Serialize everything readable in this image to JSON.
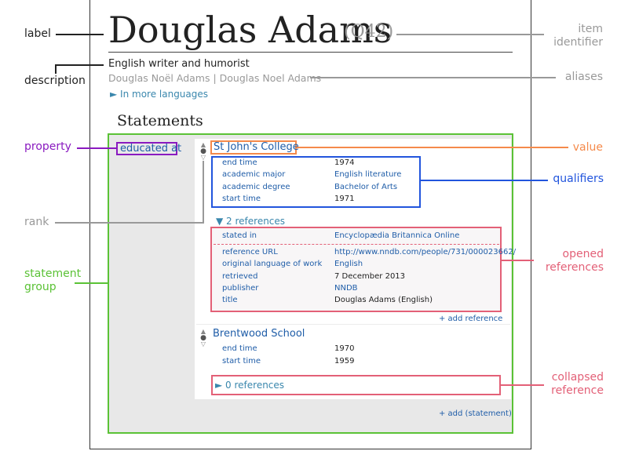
{
  "item": {
    "label": "Douglas Adams",
    "identifier": "(Q42)",
    "description": "English writer and humorist",
    "aliases": "Douglas Noël Adams | Douglas Noel Adams",
    "more_languages": "► In more languages"
  },
  "statements_heading": "Statements",
  "statement_group": {
    "property": "educated at",
    "statements": [
      {
        "value": "St John's College",
        "qualifiers": [
          {
            "key": "end time",
            "value": "1974",
            "link": false
          },
          {
            "key": "academic major",
            "value": "English literature",
            "link": true
          },
          {
            "key": "academic degree",
            "value": "Bachelor of Arts",
            "link": true
          },
          {
            "key": "start time",
            "value": "1971",
            "link": false
          }
        ],
        "references_toggle": "▼ 2 references",
        "references": [
          [
            {
              "key": "stated in",
              "value": "Encyclopædia Britannica Online",
              "link": true
            }
          ],
          [
            {
              "key": "reference URL",
              "value": "http://www.nndb.com/people/731/000023662/",
              "link": true
            },
            {
              "key": "original language of work",
              "value": "English",
              "link": true
            },
            {
              "key": "retrieved",
              "value": "7 December 2013",
              "link": false
            },
            {
              "key": "publisher",
              "value": "NNDB",
              "link": true
            },
            {
              "key": "title",
              "value": "Douglas Adams (English)",
              "link": false
            }
          ]
        ],
        "add_reference": "+  add reference"
      },
      {
        "value": "Brentwood School",
        "qualifiers": [
          {
            "key": "end time",
            "value": "1970",
            "link": false
          },
          {
            "key": "start time",
            "value": "1959",
            "link": false
          }
        ],
        "references_toggle": "► 0 references"
      }
    ],
    "add_statement": "+  add (statement)"
  },
  "annotations": {
    "label": "label",
    "description": "description",
    "property": "property",
    "rank": "rank",
    "statement_group": [
      "statement",
      "group"
    ],
    "item_identifier": [
      "item",
      "identifier"
    ],
    "aliases": "aliases",
    "value": "value",
    "qualifiers": "qualifiers",
    "opened_references": [
      "opened",
      "references"
    ],
    "collapsed_reference": [
      "collapsed",
      "reference"
    ]
  },
  "colors": {
    "property": "#8a1ac0",
    "statement_group": "#5bc236",
    "value": "#f58a4b",
    "qualifiers": "#2255dd",
    "references": "#e36077",
    "neutral_annotation": "#999999",
    "link": "#1f5da8"
  }
}
